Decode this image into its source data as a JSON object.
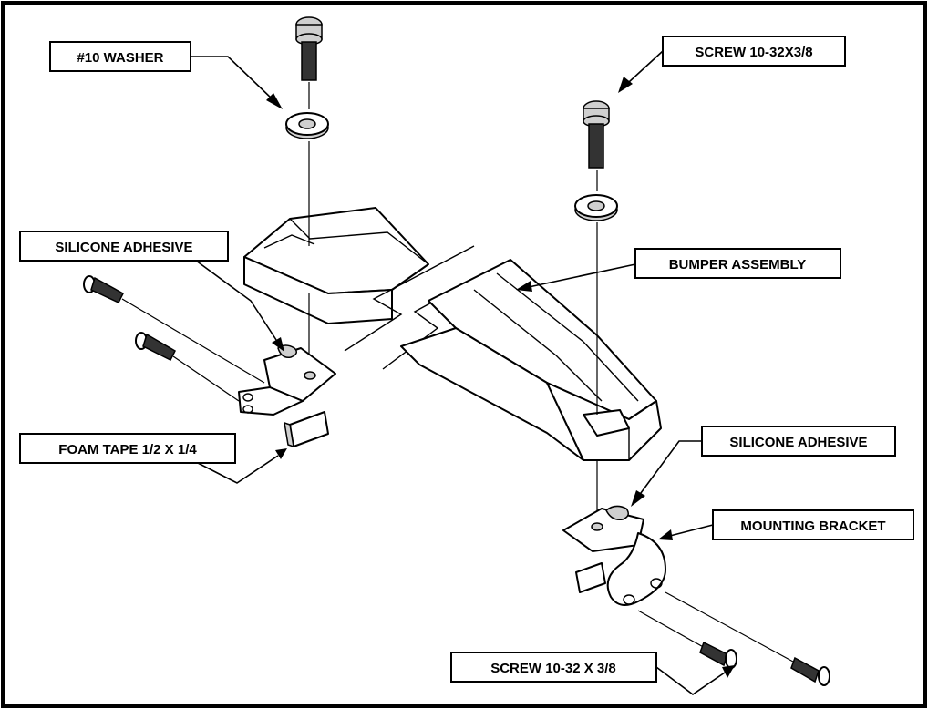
{
  "labels": {
    "washer": "#10 WASHER",
    "screw_top": "SCREW 10-32X3/8",
    "silicone_left": "SILICONE ADHESIVE",
    "bumper": "BUMPER ASSEMBLY",
    "foam_tape": "FOAM TAPE 1/2 X 1/4",
    "silicone_right": "SILICONE ADHESIVE",
    "mounting_bracket": "MOUNTING BRACKET",
    "screw_bottom": "SCREW 10-32 X 3/8"
  },
  "colors": {
    "line": "#000000",
    "background": "#ffffff",
    "screw_body": "#333333",
    "shading": "#cfcfcf"
  }
}
